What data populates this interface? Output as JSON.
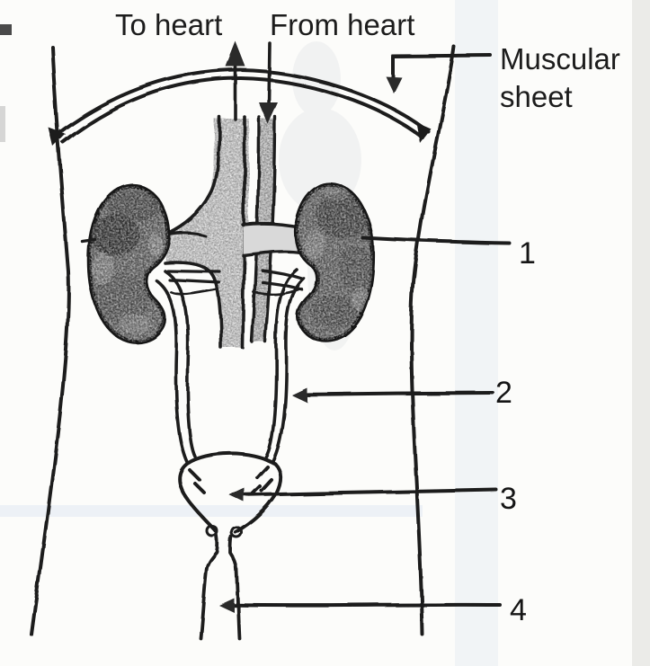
{
  "figure": {
    "description_labels": {
      "to_heart": "To heart",
      "from_heart": "From heart",
      "muscular_sheet_line1": "Muscular",
      "muscular_sheet_line2": "sheet"
    },
    "pointers": [
      {
        "number": "1"
      },
      {
        "number": "2"
      },
      {
        "number": "3"
      },
      {
        "number": "4"
      }
    ],
    "colors": {
      "ink": "#1c1c1c",
      "kidney_fill": "#6e6e6e",
      "vena_cava_fill": "#d9d9d9",
      "aorta_fill": "#c3c3c3",
      "paper": "#fcfcfa",
      "scan_blue": "#aec3e2"
    }
  }
}
